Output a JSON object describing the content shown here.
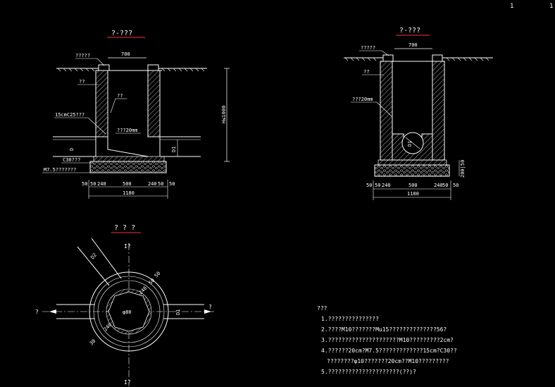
{
  "page_numbers": [
    "1",
    "1"
  ],
  "left_section": {
    "title": "?-???",
    "width_top": "700",
    "label_cover": "?????",
    "label_wall": "??",
    "label_pipe": "??",
    "label_c25": "15cmC25???",
    "label_plaster": "???20mm",
    "label_c30": "C30???",
    "label_m75": "M7.5???????",
    "label_d": "D",
    "label_d1": "D1",
    "label_h": "H≤1000",
    "dims_bottom": [
      "50",
      "50",
      "240",
      "500",
      "240",
      "50",
      "50"
    ],
    "total_width": "1180"
  },
  "right_section": {
    "title": "?-???",
    "width_top": "700",
    "label_cover": "?????",
    "label_wall": "??",
    "label_plaster": "???20mm",
    "label_d1": "D1",
    "label_base": "200|50",
    "dims_bottom": [
      "50",
      "50",
      "240",
      "500",
      "240",
      "50",
      "50"
    ],
    "total_width": "1180"
  },
  "plan": {
    "title": "? ? ?",
    "mark_top": "I?",
    "mark_bottom": "I?",
    "mark_left": "?",
    "mark_right": "?",
    "label_d2": "D2",
    "label_d1": "D1",
    "label_diam": "φ80",
    "label_dim1": "240",
    "label_dim2": "50",
    "label_dim3": "50",
    "label_dim4": "240",
    "label_dim5": "30"
  },
  "notes": {
    "heading": "???",
    "items": [
      "1.???????????????",
      "2.????M10???????Mu15??????????????56?",
      "3.?????????????????????M10?????????2cm?",
      "4.??????20cm?M7.5?????????????15cm?C30??",
      "????????φ10???????20cm??M10?????????",
      "5.?????????????????????(??)?"
    ]
  }
}
